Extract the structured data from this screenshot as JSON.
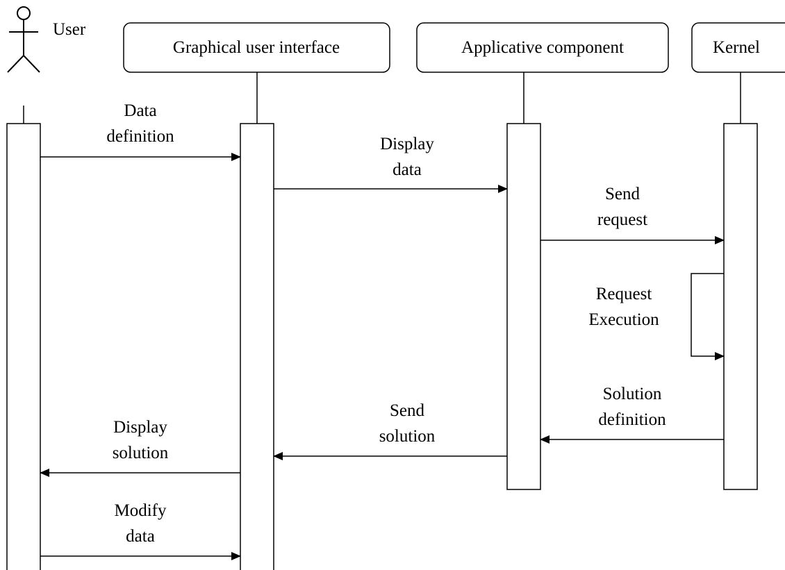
{
  "actor": {
    "label": "User"
  },
  "participants": [
    {
      "id": "gui",
      "label": "Graphical user interface"
    },
    {
      "id": "app",
      "label": "Applicative component"
    },
    {
      "id": "kernel",
      "label": "Kernel"
    }
  ],
  "messages": [
    {
      "id": "data-definition",
      "from": "user",
      "to": "gui",
      "lines": [
        "Data",
        "definition"
      ]
    },
    {
      "id": "display-data",
      "from": "gui",
      "to": "app",
      "lines": [
        "Display",
        "data"
      ]
    },
    {
      "id": "send-request",
      "from": "app",
      "to": "kernel",
      "lines": [
        "Send",
        "request"
      ]
    },
    {
      "id": "request-execution",
      "from": "kernel",
      "to": "kernel",
      "lines": [
        "Request",
        "Execution"
      ]
    },
    {
      "id": "solution-definition",
      "from": "kernel",
      "to": "app",
      "lines": [
        "Solution",
        "definition"
      ]
    },
    {
      "id": "send-solution",
      "from": "app",
      "to": "gui",
      "lines": [
        "Send",
        "solution"
      ]
    },
    {
      "id": "display-solution",
      "from": "gui",
      "to": "user",
      "lines": [
        "Display",
        "solution"
      ]
    },
    {
      "id": "modify-data",
      "from": "user",
      "to": "gui",
      "lines": [
        "Modify",
        "data"
      ]
    }
  ]
}
